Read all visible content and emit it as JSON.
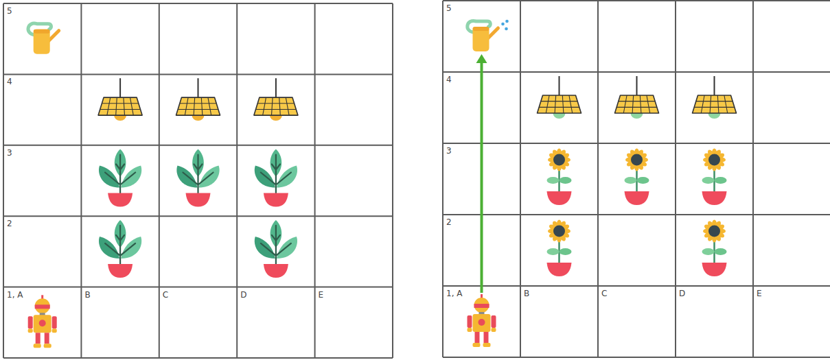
{
  "diagram": {
    "labels": [
      "5",
      "4",
      "3",
      "2",
      "1, A",
      "B",
      "C",
      "D",
      "E",
      "5",
      "4",
      "3",
      "2",
      "1, A",
      "B",
      "C",
      "D",
      "E"
    ]
  }
}
